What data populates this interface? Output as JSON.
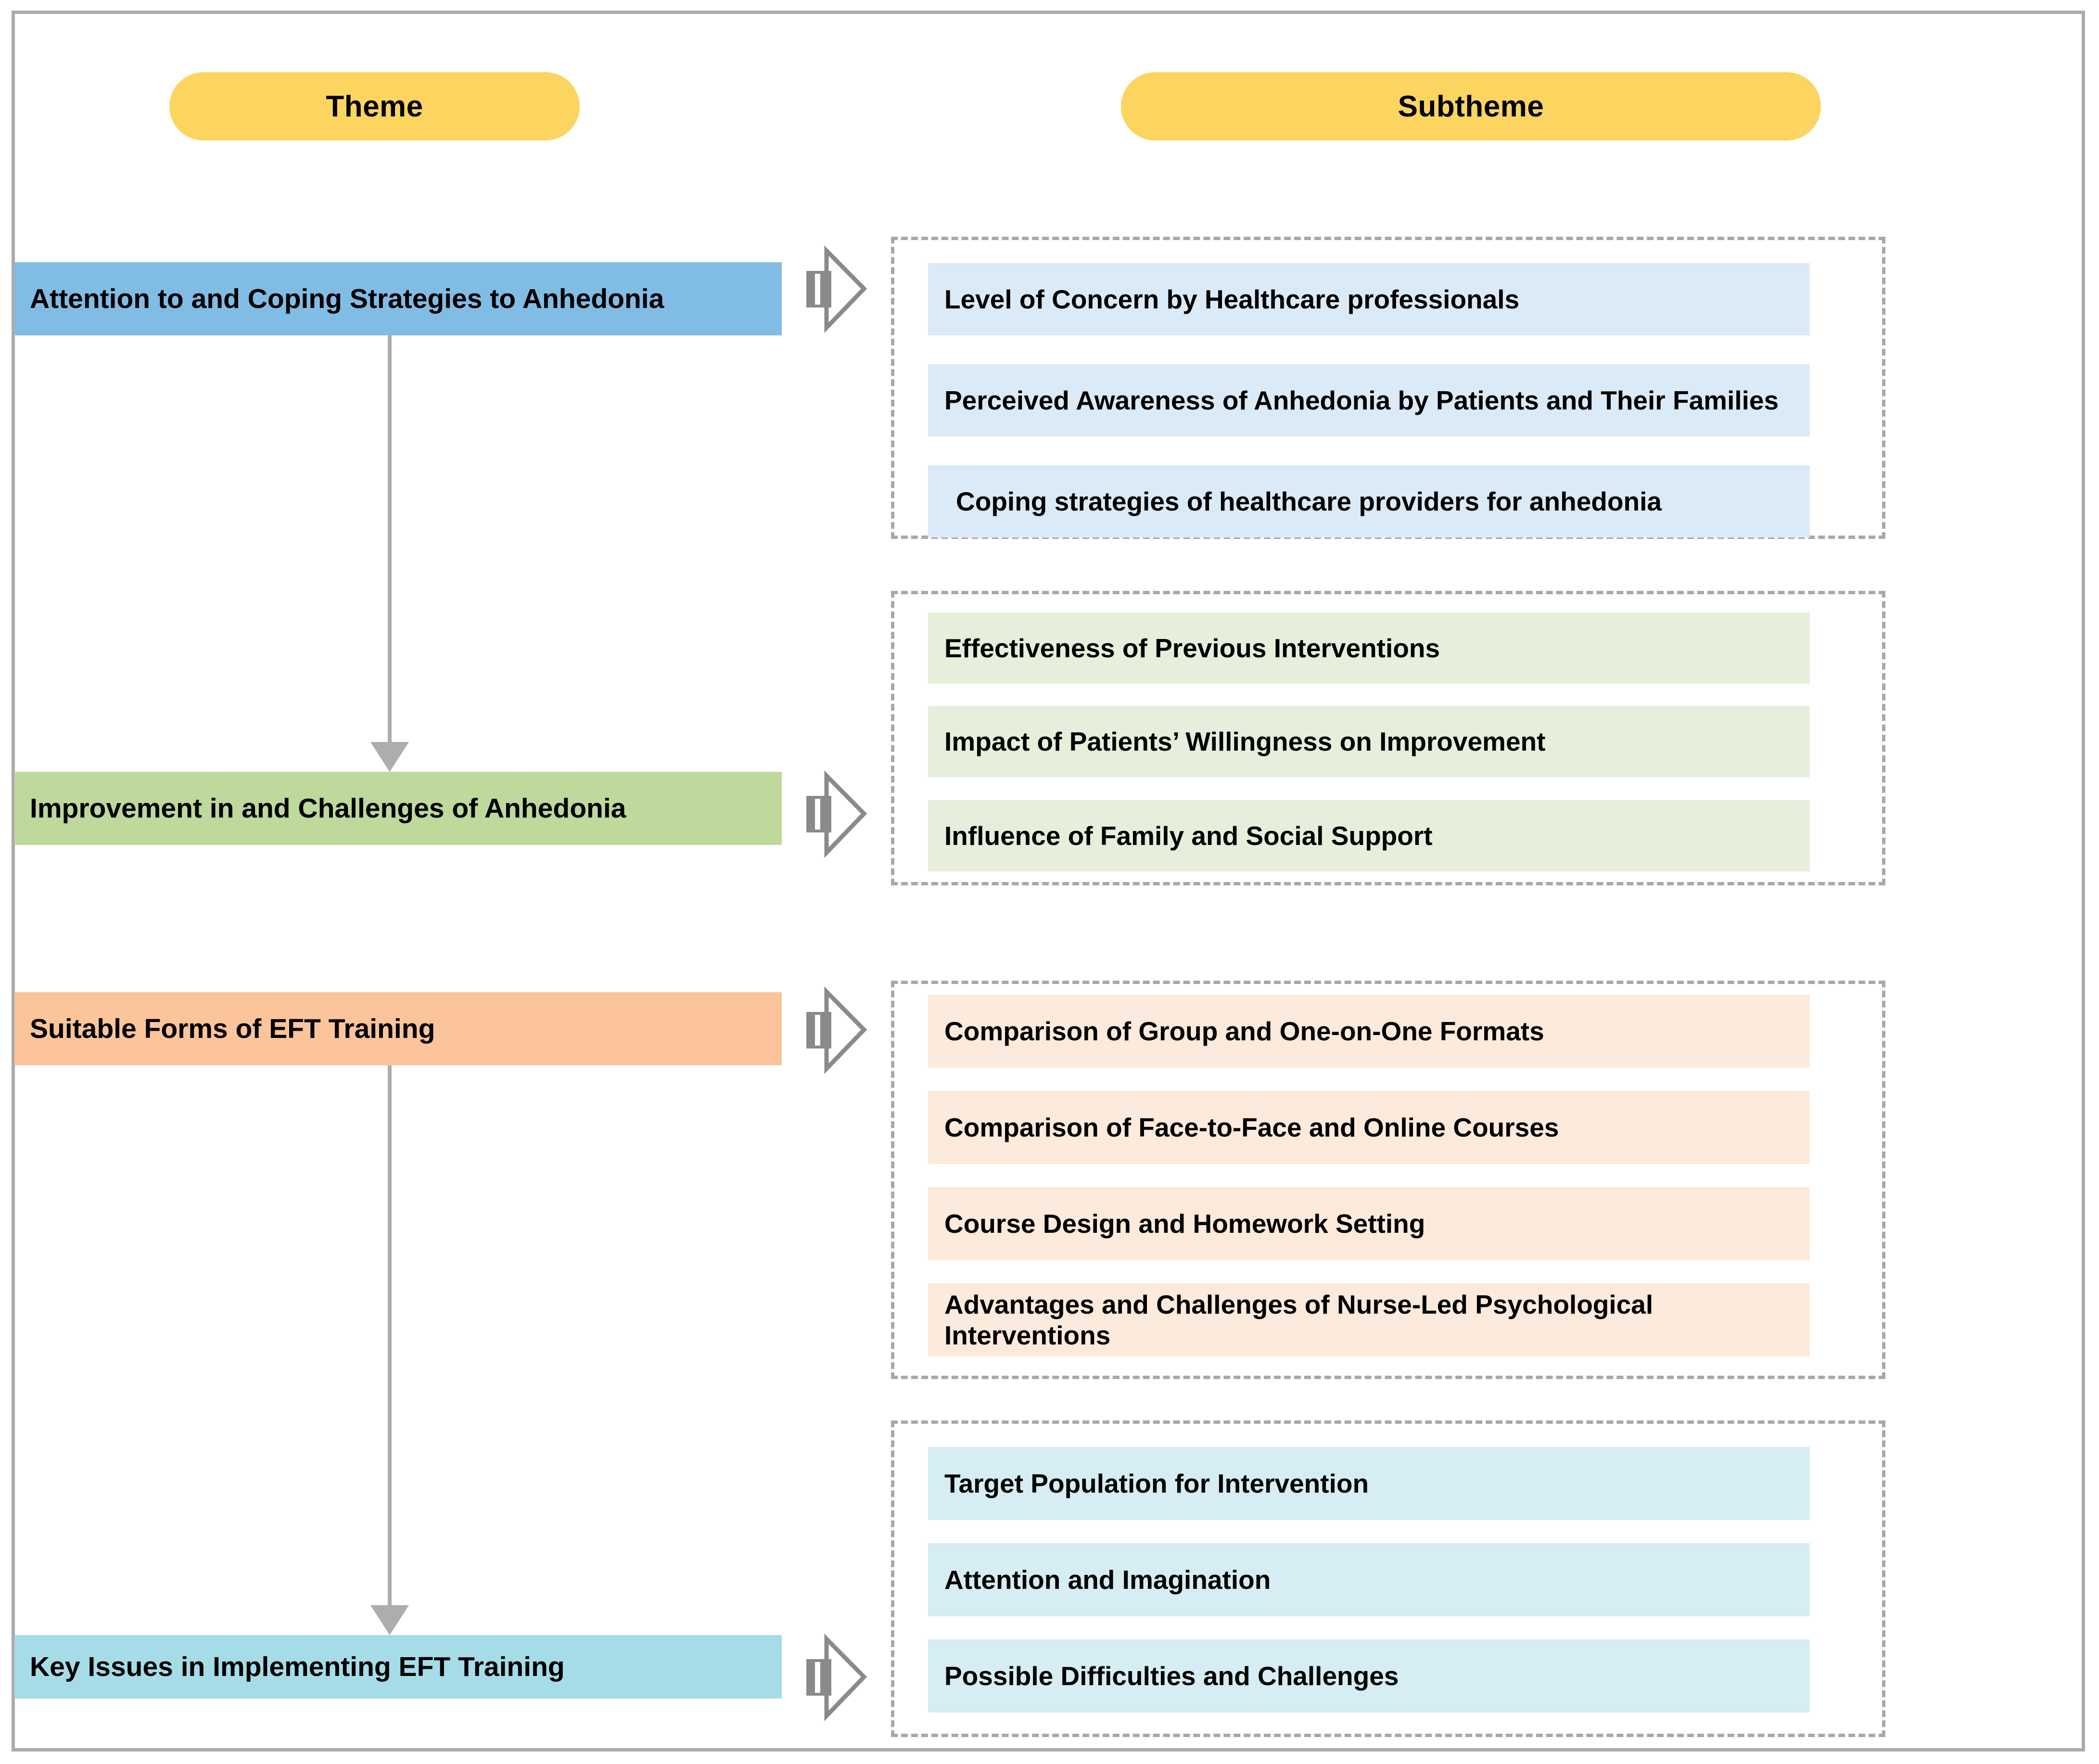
{
  "header": {
    "theme_label": "Theme",
    "subtheme_label": "Subtheme",
    "pill_color": "#FCD561"
  },
  "colors": {
    "frame_border": "#ababab",
    "dashed_border": "#a8a8a8",
    "connector": "#adadad",
    "chevron": "#8a8a8a"
  },
  "themes": [
    {
      "id": "attention-coping",
      "label": "Attention to and Coping Strategies to Anhedonia",
      "color": "#81BCE5",
      "marker": "arrow-right-marker",
      "subtheme_fill": "#DBEAF7",
      "subthemes": [
        {
          "label": "Level of Concern by Healthcare professionals",
          "indented": false
        },
        {
          "label": "Perceived Awareness of Anhedonia by Patients and Their Families",
          "indented": false
        },
        {
          "label": "Coping strategies of healthcare providers for anhedonia",
          "indented": true
        }
      ]
    },
    {
      "id": "improvement-challenges",
      "label": "Improvement in and Challenges of Anhedonia",
      "color": "#BFD89C",
      "marker": "arrow-right-marker",
      "subtheme_fill": "#E7EFDC",
      "subthemes": [
        {
          "label": "Effectiveness of Previous Interventions",
          "indented": false
        },
        {
          "label": "Impact of Patients’ Willingness on Improvement",
          "indented": false
        },
        {
          "label": "Influence of Family and Social Support",
          "indented": false
        }
      ]
    },
    {
      "id": "suitable-forms-eft",
      "label": "Suitable Forms of EFT Training",
      "color": "#FBC49A",
      "marker": "arrow-right-marker",
      "subtheme_fill": "#FCEADC",
      "subthemes": [
        {
          "label": "Comparison of Group and One-on-One Formats",
          "indented": false
        },
        {
          "label": "Comparison of Face-to-Face and Online Courses",
          "indented": false
        },
        {
          "label": "Course Design and Homework Setting",
          "indented": false
        },
        {
          "label": "Advantages and Challenges of Nurse-Led Psychological Interventions",
          "indented": false
        }
      ]
    },
    {
      "id": "key-issues-eft",
      "label": "Key Issues in Implementing EFT Training",
      "color": "#A5DCE8",
      "marker": "arrow-right-marker",
      "subtheme_fill": "#D5EDF3",
      "subthemes": [
        {
          "label": "Target Population for Intervention",
          "indented": false
        },
        {
          "label": "Attention and Imagination",
          "indented": false
        },
        {
          "label": "Possible Difficulties and Challenges",
          "indented": false
        }
      ]
    }
  ]
}
